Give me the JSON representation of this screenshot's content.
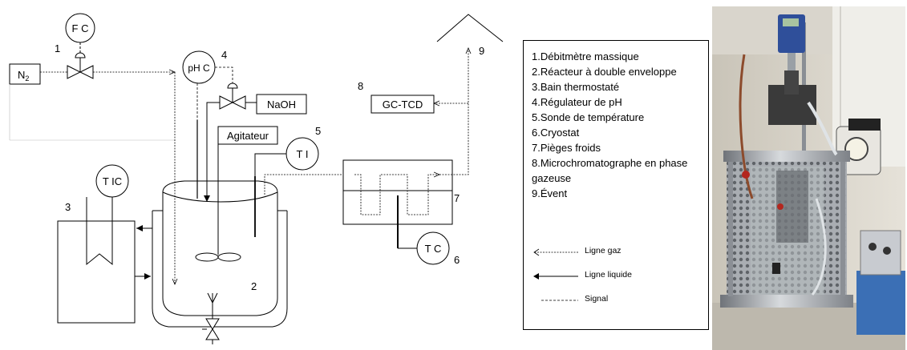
{
  "diagram": {
    "labels": {
      "n2": "N",
      "n2_sub": "2",
      "fc": "F C",
      "phc": "pH C",
      "naoh": "NaOH",
      "agitateur": "Agitateur",
      "ti": "T I",
      "tic": "T IC",
      "tc": "T C",
      "gctcd": "GC-TCD"
    },
    "numbers": {
      "n1": "1",
      "n2": "2",
      "n3": "3",
      "n4": "4",
      "n5": "5",
      "n6": "6",
      "n7": "7",
      "n8": "8",
      "n9": "9"
    }
  },
  "legend": {
    "items": [
      "1.Débitmètre massique",
      "2.Réacteur à double enveloppe",
      "3.Bain thermostaté",
      "4.Régulateur de pH",
      "5.Sonde de température",
      "6.Cryostat",
      "7.Pièges froids",
      "8.Microchromatographe en phase gazeuse",
      "9.Évent"
    ],
    "keys": {
      "gas": "Ligne gaz",
      "liquid": "Ligne liquide",
      "signal": "Signal"
    }
  },
  "photo": {
    "subject": "photograph of the laboratory reactor setup",
    "colors": {
      "frame": "#8a8e94",
      "motor": "#2f4f9a",
      "bath": "#3b6fb5"
    }
  }
}
